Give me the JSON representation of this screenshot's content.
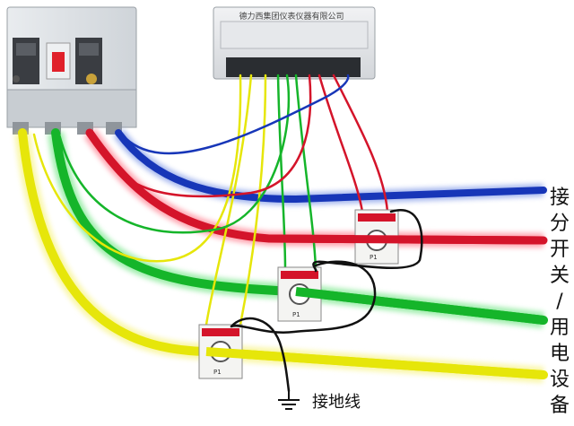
{
  "meter": {
    "label": "德力西集团仪表仪器有限公司"
  },
  "right_label": {
    "chars": [
      "接",
      "分",
      "开",
      "关",
      "/",
      "用",
      "电",
      "设",
      "备"
    ]
  },
  "ground_label": "接地线",
  "ct_label": "P1",
  "wire_colors": {
    "yellow": "#e6e60a",
    "green": "#15b52a",
    "red": "#d4142a",
    "blue": "#1736b8",
    "ground": "#111111"
  }
}
